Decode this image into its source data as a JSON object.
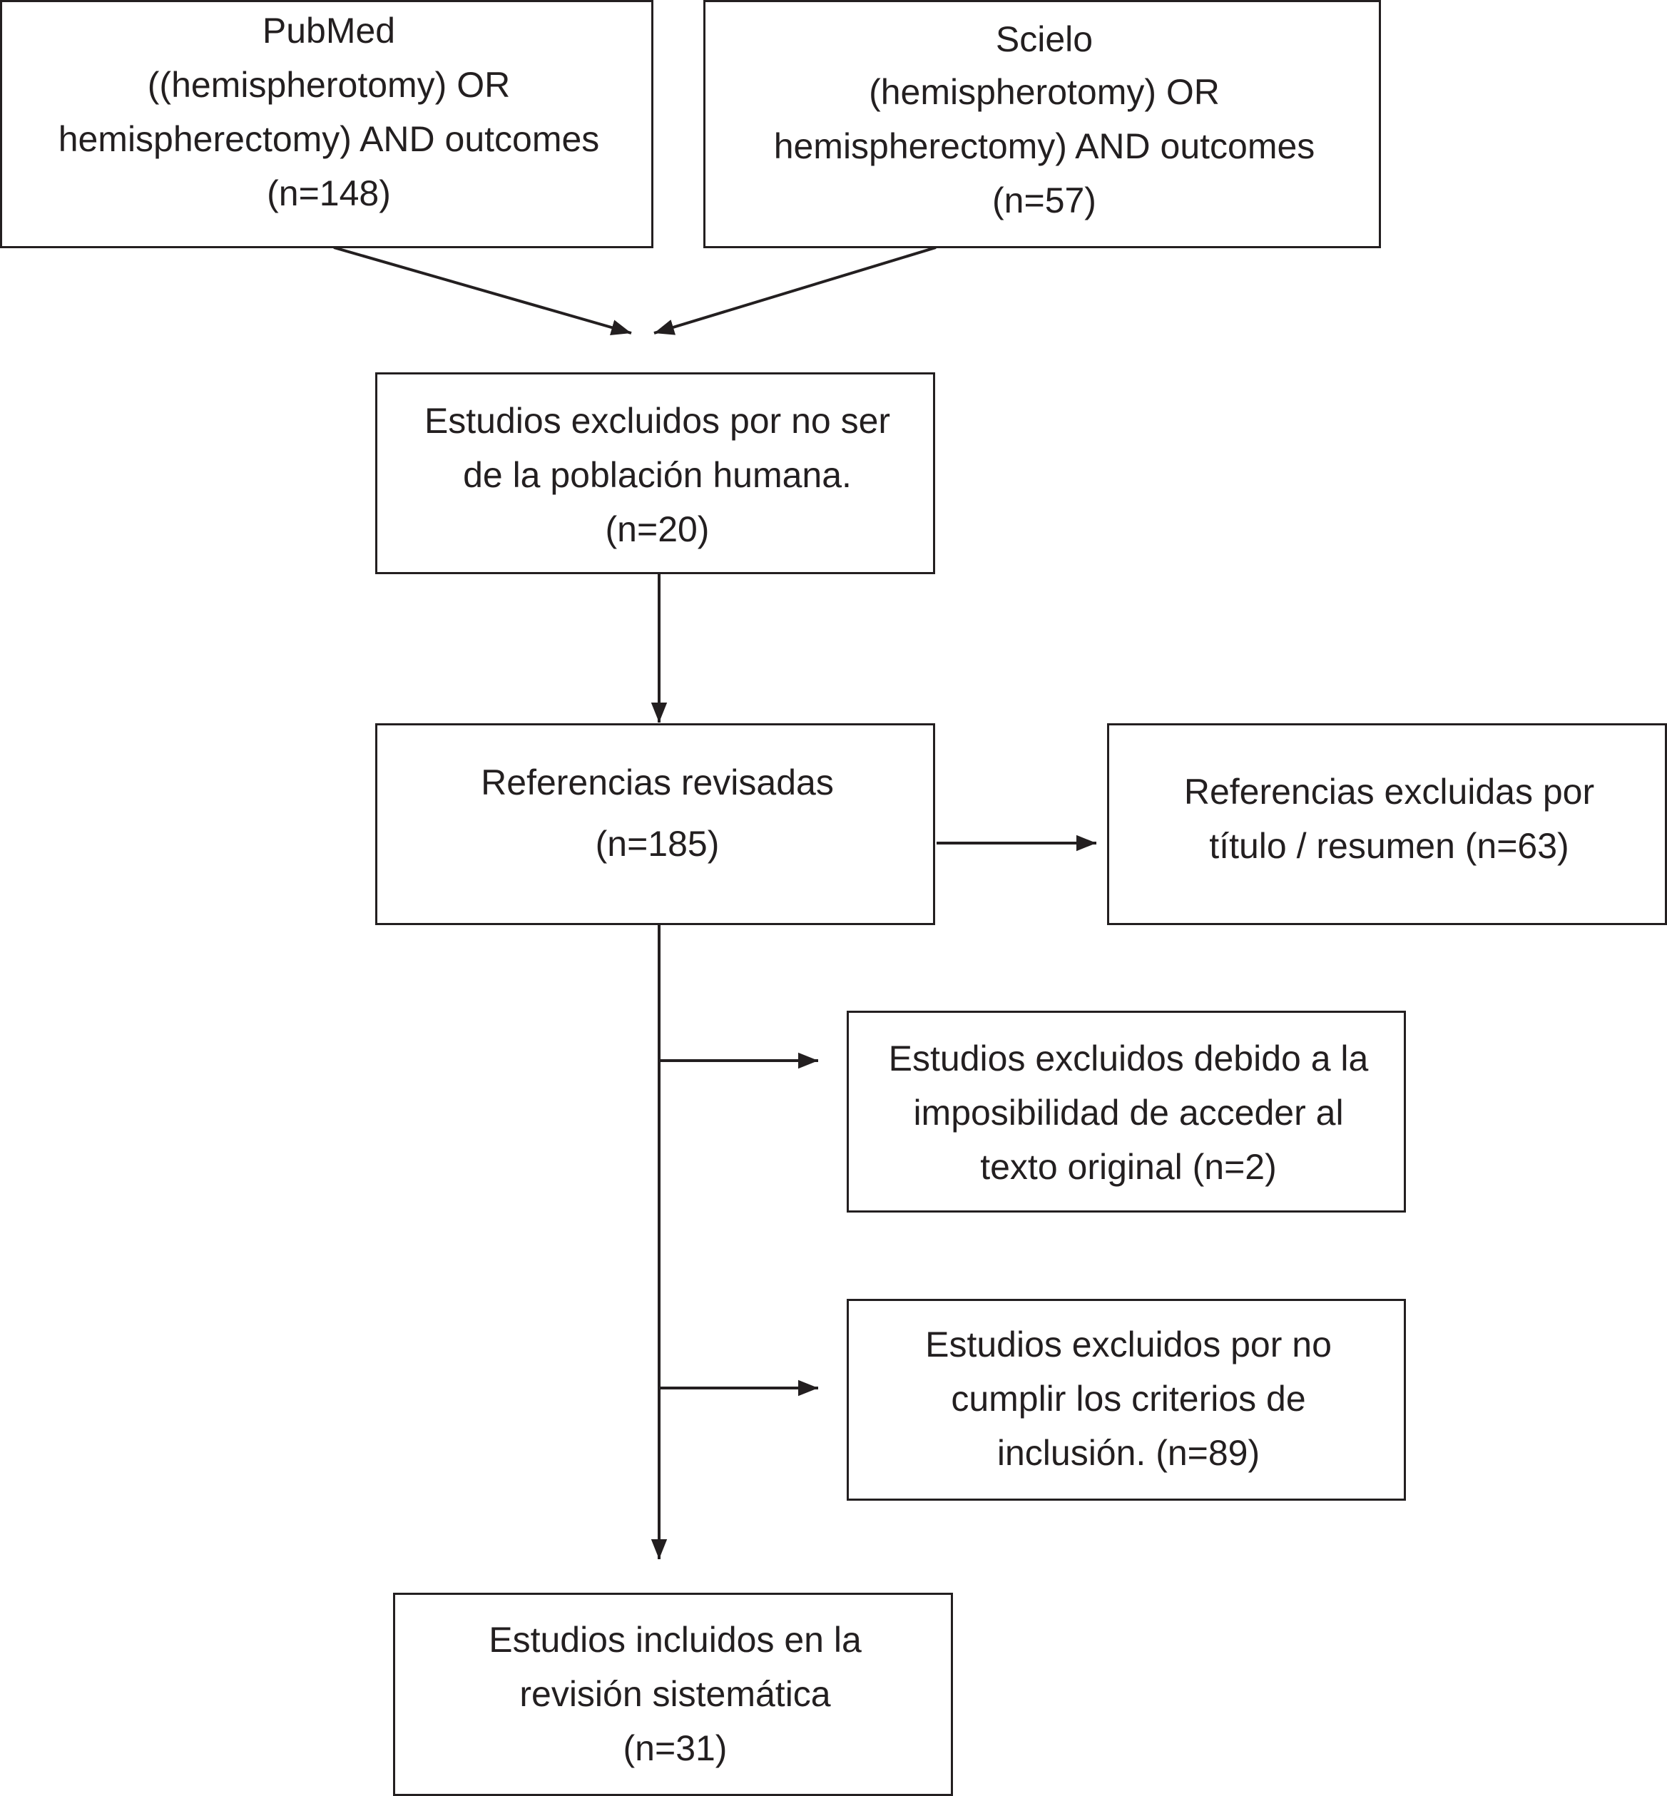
{
  "nodes": {
    "pubmed": {
      "lines": [
        "PubMed",
        "((hemispherotomy) OR",
        "hemispherectomy) AND outcomes",
        "(n=148)"
      ]
    },
    "scielo": {
      "lines": [
        "Scielo",
        "(hemispherotomy) OR",
        "hemispherectomy) AND outcomes",
        "(n=57)"
      ]
    },
    "non_human": {
      "lines": [
        "Estudios excluidos por no ser",
        "de la población humana.",
        "(n=20)"
      ]
    },
    "reviewed": {
      "lines": [
        "Referencias revisadas",
        "(n=185)"
      ]
    },
    "title_abstract": {
      "lines": [
        "Referencias excluidas por",
        "título / resumen (n=63)"
      ]
    },
    "no_access": {
      "lines": [
        "Estudios excluidos debido a la",
        "imposibilidad de acceder al",
        "texto original (n=2)"
      ]
    },
    "criteria": {
      "lines": [
        "Estudios excluidos por no",
        "cumplir los criterios de",
        "inclusión. (n=89)"
      ]
    },
    "included": {
      "lines": [
        "Estudios incluidos en la",
        "revisión sistemática",
        "(n=31)"
      ]
    }
  },
  "colors": {
    "stroke": "#231f20",
    "background": "#ffffff"
  }
}
